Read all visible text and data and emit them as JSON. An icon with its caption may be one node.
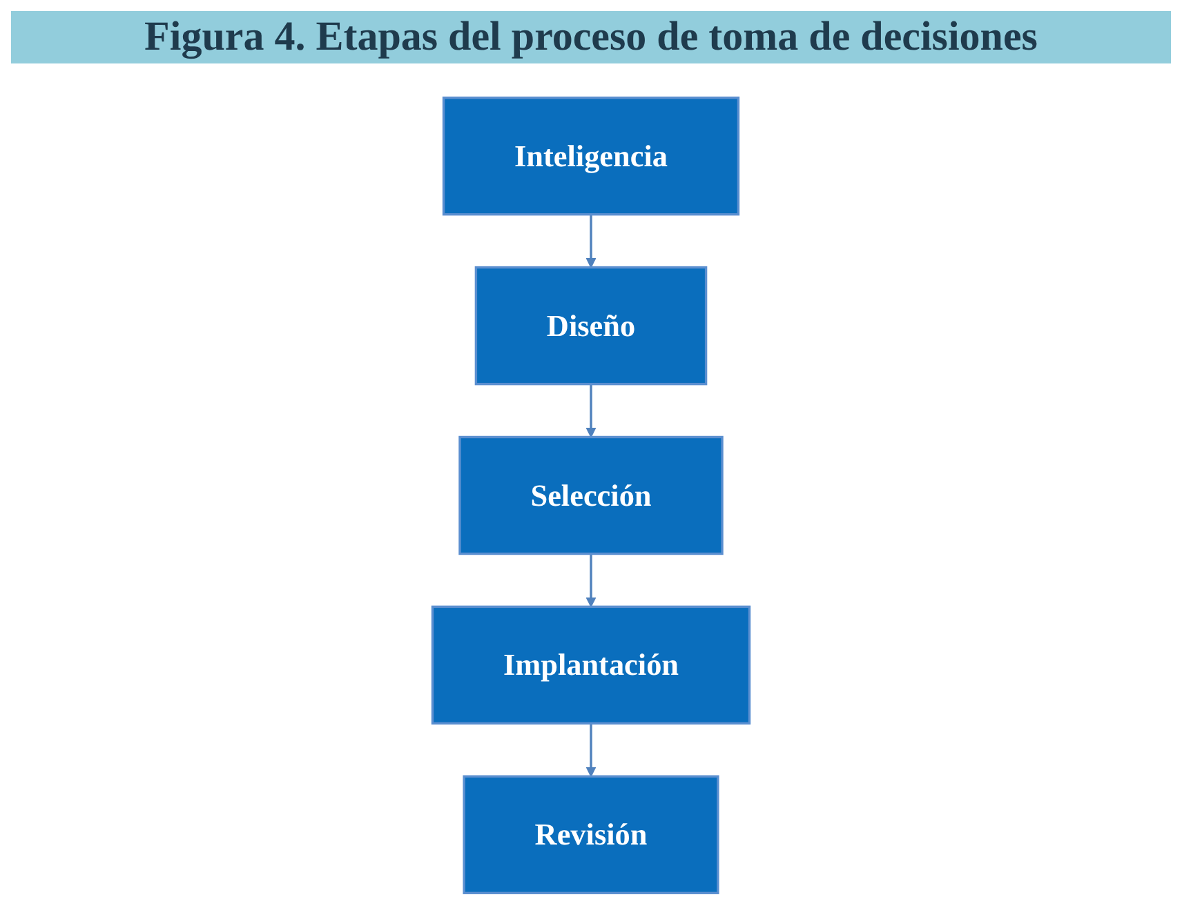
{
  "diagram": {
    "title": "Figura 4. Etapas del proceso de toma de decisiones",
    "nodes": [
      {
        "text": [
          "Inteligencia"
        ]
      },
      {
        "text": [
          "Diseño"
        ]
      },
      {
        "text": [
          "Selección"
        ]
      },
      {
        "text": [
          "Implantación"
        ]
      },
      {
        "text": [
          "Revisión"
        ]
      }
    ],
    "edges": [
      {
        "from": 0,
        "to": 1,
        "arrow": "to"
      },
      {
        "from": 1,
        "to": 2,
        "arrow": "to"
      },
      {
        "from": 2,
        "to": 3,
        "arrow": "to"
      },
      {
        "from": 3,
        "to": 4,
        "arrow": "to"
      }
    ]
  }
}
